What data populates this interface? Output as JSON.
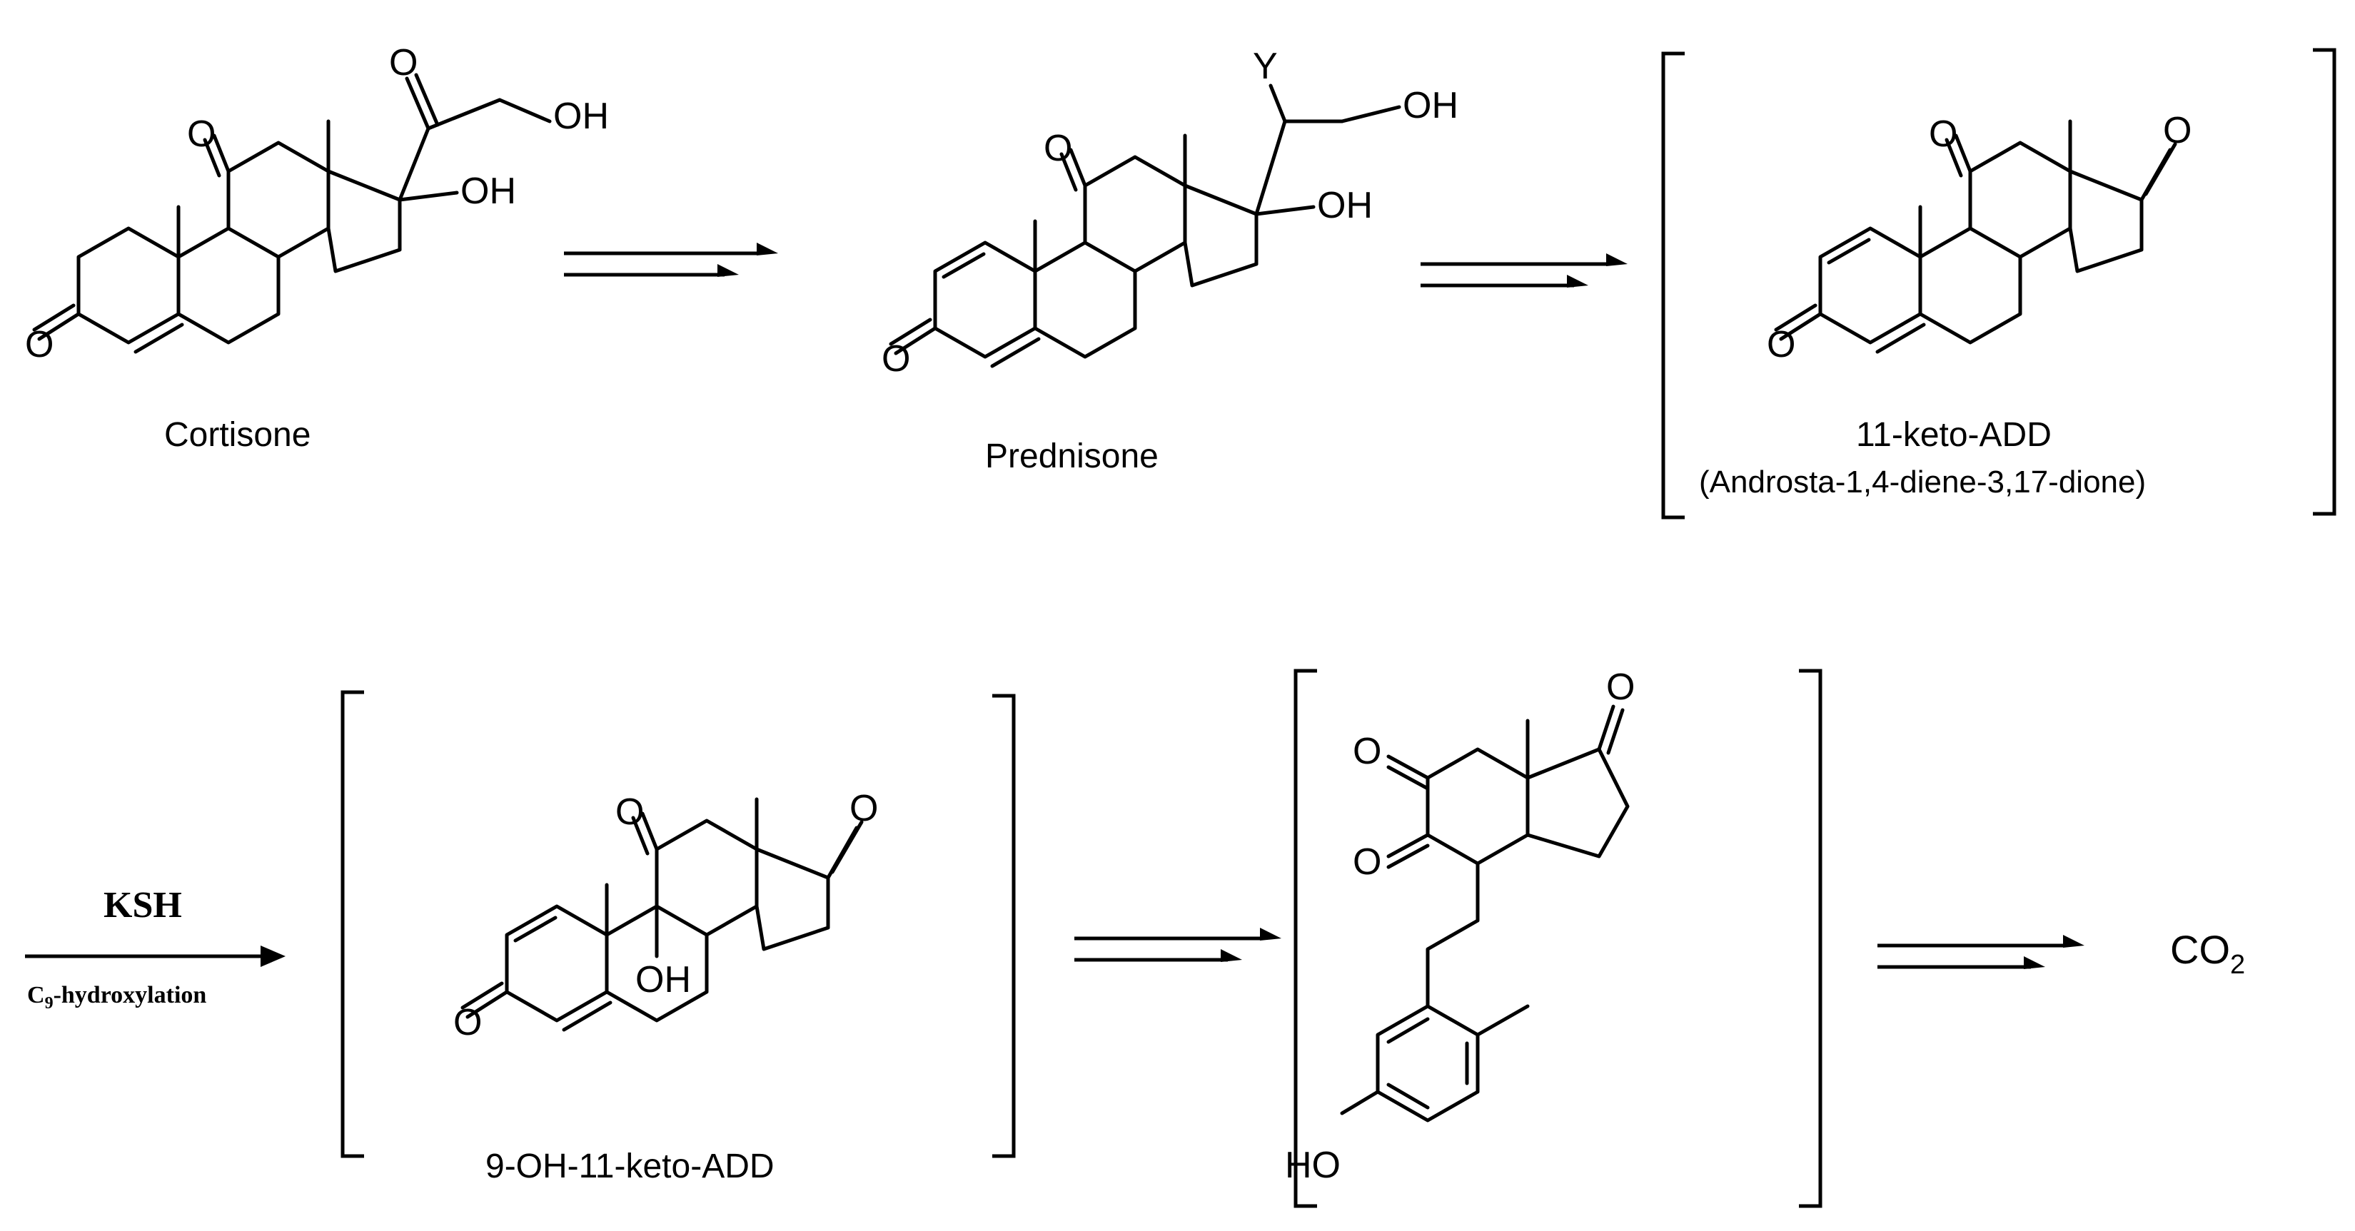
{
  "compounds": [
    {
      "name": "Cortisone"
    },
    {
      "name": "Prednisone"
    },
    {
      "name": "11-keto-ADD",
      "subtitle": "(Androsta-1,4-diene-3,17-dione)"
    },
    {
      "name": "9-OH-11-keto-ADD"
    },
    {
      "name": ""
    }
  ],
  "atoms": {
    "oxygen": "O",
    "hydroxyl": "OH",
    "hydroxyl_left": "HO",
    "substituent_y": "Y"
  },
  "steps": {
    "enzyme": "KSH",
    "reaction_prefix": "C",
    "reaction_subscript": "9",
    "reaction_suffix": "-hydroxylation"
  },
  "product": {
    "formula_main": "CO",
    "formula_subscript": "2"
  },
  "colors": {
    "ink": "#000000",
    "background": "#ffffff"
  }
}
